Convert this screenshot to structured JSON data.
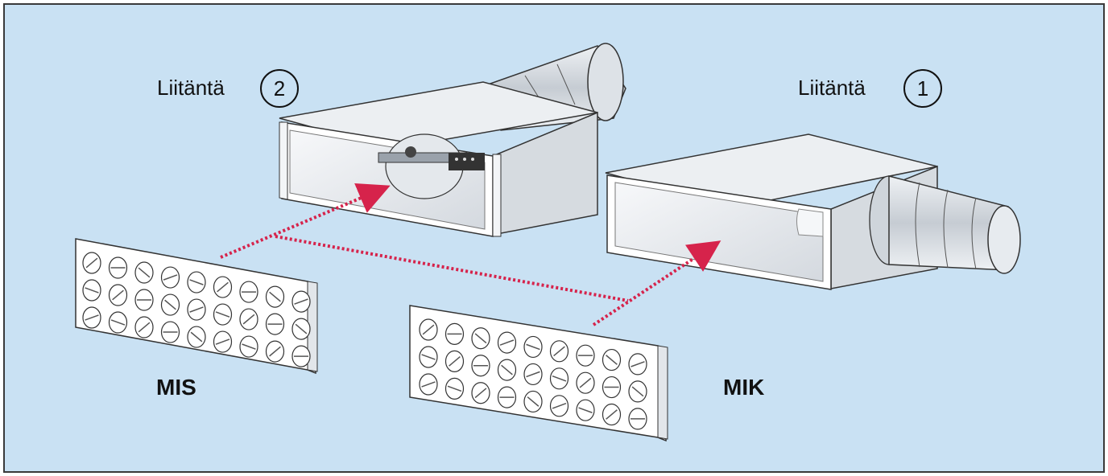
{
  "diagram": {
    "connection_word": "Liitäntä",
    "left_box_connection_number": "2",
    "right_box_connection_number": "1",
    "left_grille_label": "MIS",
    "right_grille_label": "MIK"
  },
  "colors": {
    "background": "#c9e1f3",
    "border": "#3a3a3a",
    "arrow": "#d6234b",
    "box_face": "#ffffff",
    "box_side": "#d9dee3",
    "box_top": "#eceff2",
    "duct": "#cfd4da"
  },
  "icons": [
    "grille-nozzle-icon",
    "arrow-icon",
    "duct-icon"
  ]
}
